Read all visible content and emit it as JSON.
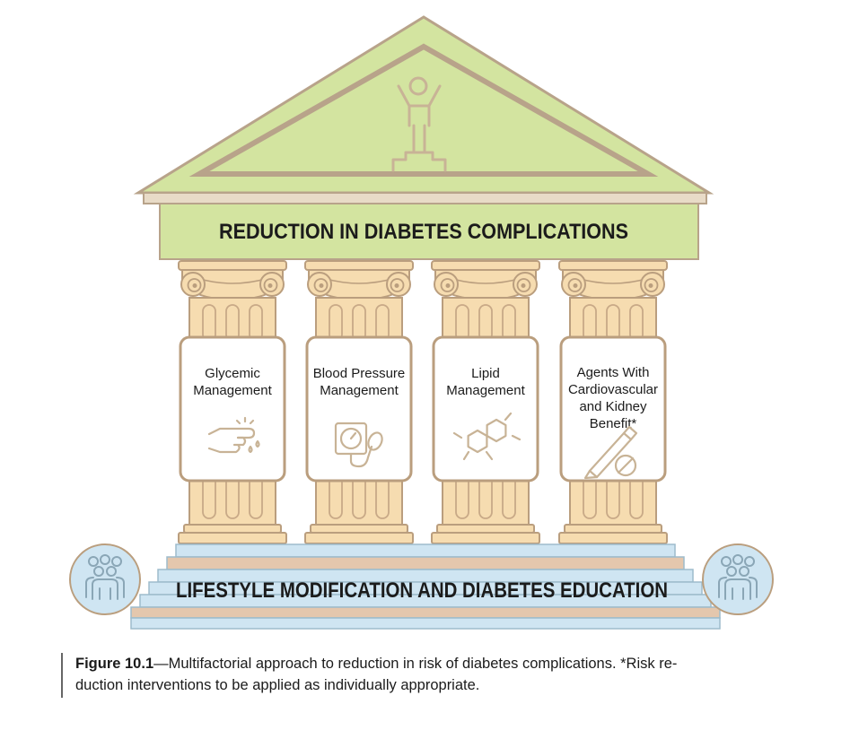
{
  "diagram": {
    "roof_title": "REDUCTION IN DIABETES COMPLICATIONS",
    "base_title": "LIFESTYLE MODIFICATION AND DIABETES EDUCATION",
    "pillars": [
      {
        "lines": [
          "Glycemic",
          "Management"
        ],
        "icon": "finger-blood-drop-icon"
      },
      {
        "lines": [
          "Blood Pressure",
          "Management"
        ],
        "icon": "blood-pressure-monitor-icon"
      },
      {
        "lines": [
          "Lipid",
          "Management"
        ],
        "icon": "molecule-icon"
      },
      {
        "lines": [
          "Agents With",
          "Cardiovascular",
          "and Kidney",
          "Benefit*"
        ],
        "icon": "pen-injector-pill-icon"
      }
    ],
    "roof_icon": "person-raised-arms-icon",
    "side_icon": "group-people-icon"
  },
  "caption": {
    "label": "Figure 10.1",
    "text_line1": "—Multifactorial approach to reduction in risk of diabetes complications. *Risk re-",
    "text_line2": "duction interventions to be applied as individually appropriate."
  },
  "colors": {
    "roof_green": "#d3e4a0",
    "roof_outline": "#b8a38a",
    "column_tan": "#f6dcb0",
    "column_outline": "#ba9e7e",
    "steps_blue": "#cfe5f2",
    "steps_outline": "#9dbccc",
    "text_dark": "#1b1b1b"
  }
}
